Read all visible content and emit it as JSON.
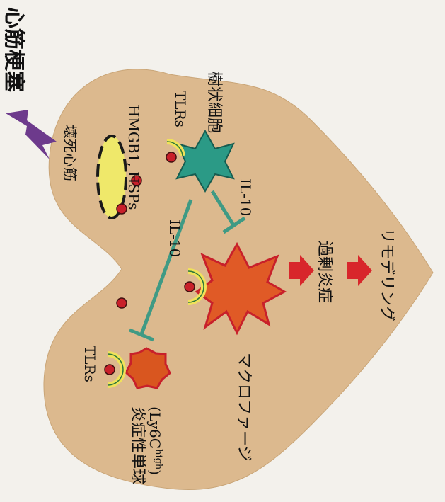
{
  "title": "心筋梗塞",
  "necrotic_label": "壊死心筋",
  "damps_label": "HMGB1, HSPs",
  "dendritic_label": "樹状細胞",
  "tlrs_dc": "TLRs",
  "tlrs_mono": "TLRs",
  "il10_left": "IL-10",
  "il10_right": "IL-10",
  "excess_label": "過剰炎症",
  "remodel_label": "リモデリング",
  "macrophage_label": "マクロファージ",
  "monocyte_label": "炎症性単球",
  "ly6c_label": "(Ly6C",
  "ly6c_sup": "high",
  "ly6c_close": ")",
  "colors": {
    "heart": "#dcb98e",
    "bolt": "#6d3a8c",
    "necrotic": "#efe86a",
    "dendritic": "#2b9a86",
    "macrophage": "#e05a26",
    "monocyte": "#d9561f",
    "inhibit": "#3f9a84",
    "arrow": "#d8262b",
    "dot": "#c8202a",
    "receptor": "#f0e25a"
  }
}
